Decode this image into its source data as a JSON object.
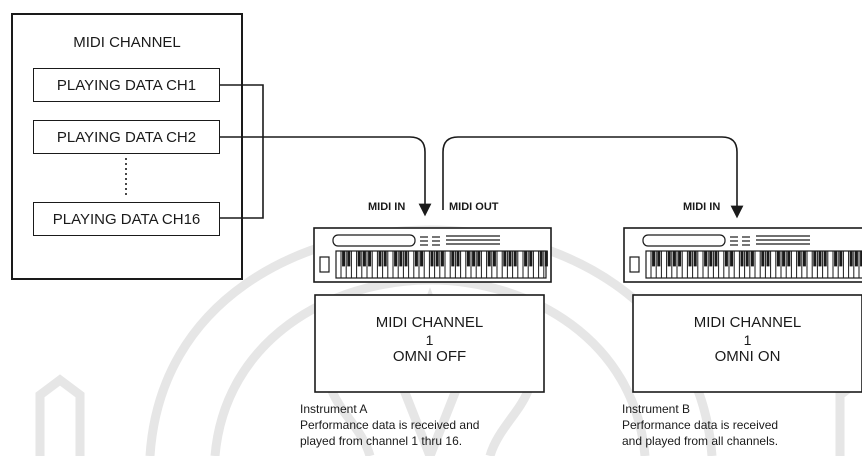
{
  "channel_panel": {
    "title": "MIDI CHANNEL",
    "rows": [
      "PLAYING DATA CH1",
      "PLAYING DATA CH2",
      "PLAYING DATA CH16"
    ]
  },
  "ports": {
    "a_in": "MIDI IN",
    "a_out": "MIDI OUT",
    "b_in": "MIDI IN"
  },
  "instrument_a": {
    "display": [
      "MIDI CHANNEL",
      "1",
      "OMNI OFF"
    ],
    "name": "Instrument A",
    "desc": [
      "Performance data is received and",
      "played from channel 1 thru 16."
    ]
  },
  "instrument_b": {
    "display": [
      "MIDI CHANNEL",
      "1",
      "OMNI ON"
    ],
    "name": "Instrument B",
    "desc": [
      "Performance data is received",
      "and played from all channels."
    ]
  },
  "colors": {
    "ink": "#1a1a1a",
    "watermark": "#e6e6e6"
  }
}
